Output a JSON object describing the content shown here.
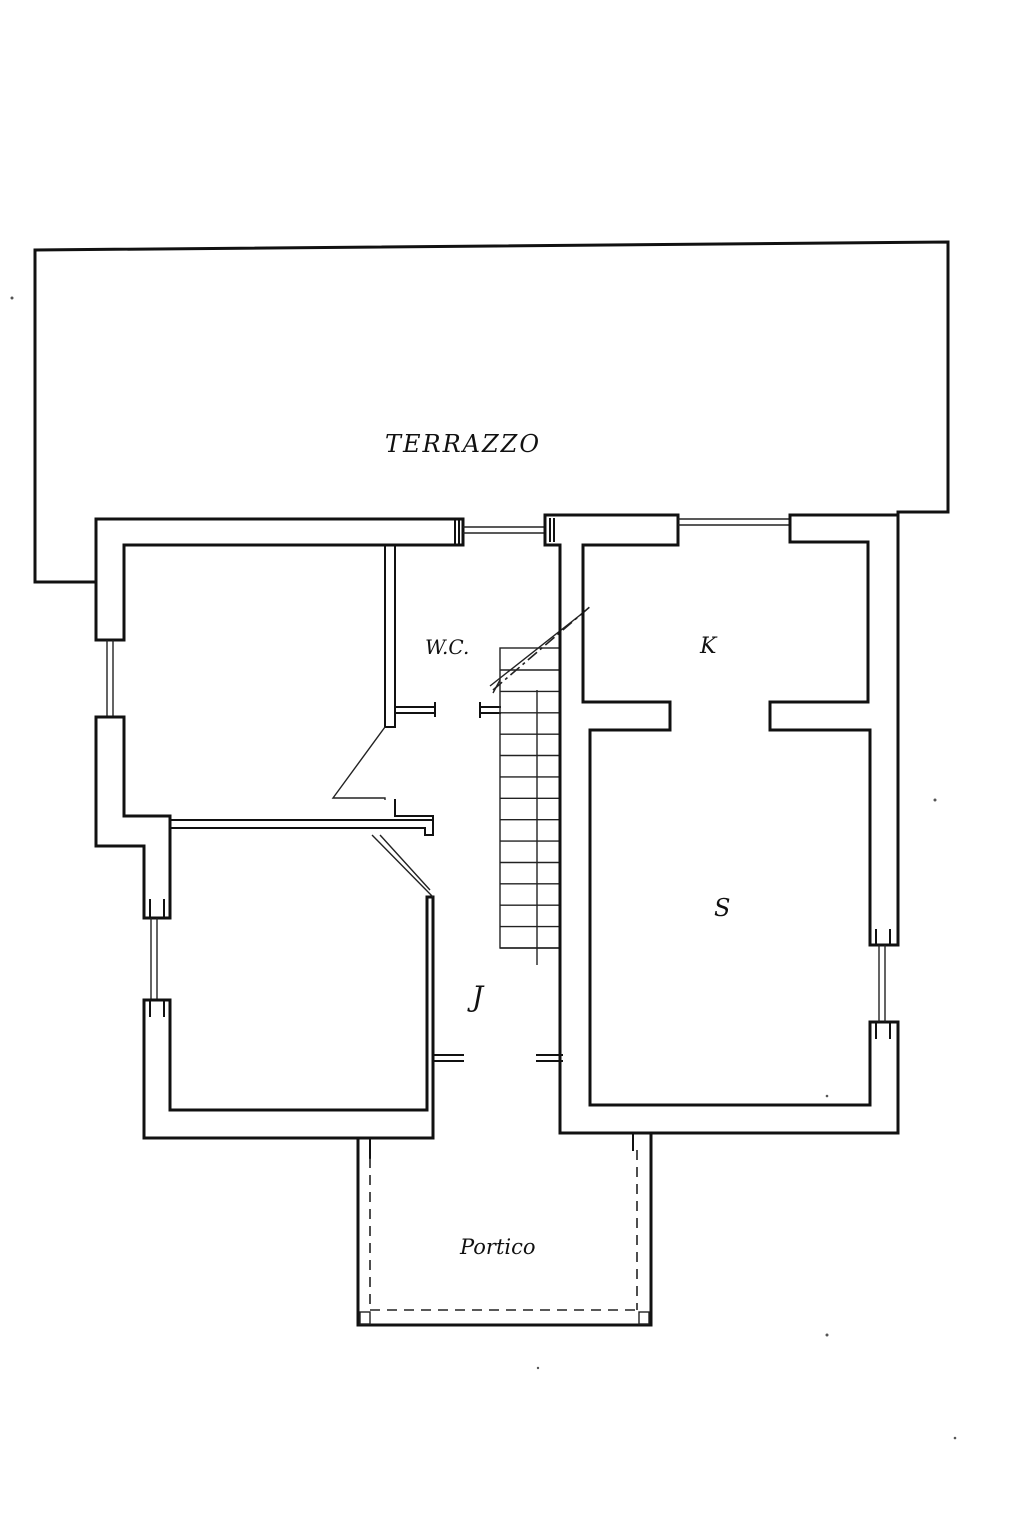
{
  "rooms": {
    "terrace": "TERRAZZO",
    "wc": "W.C.",
    "kitchen": "K",
    "living": "S",
    "hall": "J",
    "portico": "Portico"
  },
  "colors": {
    "ink": "#111111",
    "paper": "#ffffff"
  }
}
